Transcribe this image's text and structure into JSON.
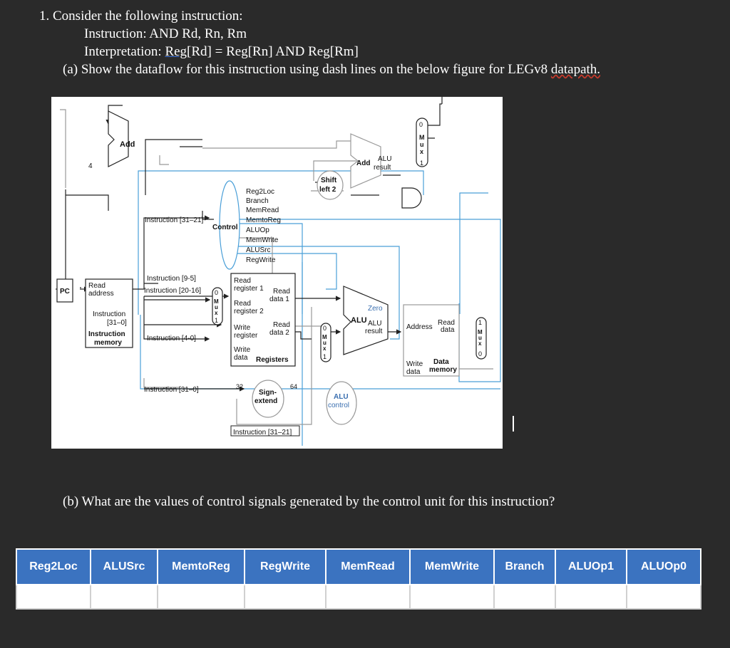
{
  "question": {
    "line1": "1. Consider the following instruction:",
    "line2": "Instruction: AND Rd, Rn, Rm",
    "line3_prefix": "Interpretation: ",
    "line3_reg": "Reg",
    "line3_rest": "[Rd] = Reg[Rn] AND Reg[Rm]",
    "part_a_main": "(a) Show the dataflow for this instruction using dash lines on the below figure for LEGv8 ",
    "part_a_word": "datapath.",
    "part_b": "(b) What are the values of control signals generated by the control unit for this instruction?"
  },
  "figure": {
    "add1": "Add",
    "four": "4",
    "alu_add": "Add",
    "alu_result": "ALU",
    "alu_result2": "result",
    "shift": "Shift",
    "shift2": "left 2",
    "control": "Control",
    "signals": [
      "Reg2Loc",
      "Branch",
      "MemRead",
      "MemtoReg",
      "ALUOp",
      "MemWrite",
      "ALUSrc",
      "RegWrite"
    ],
    "instr_31_21": "Instruction [31–21]",
    "instr_9_5": "Instruction [9-5]",
    "instr_20_16": "Instruction [20-16]",
    "instr_4_0": "Instruction [4-0]",
    "instr_31_0": "Instruction [31–0]",
    "instr_31_21_b": "Instruction [31–21]",
    "pc": "PC",
    "read_address": "Read",
    "read_address2": "address",
    "instruction": "Instruction",
    "instruction_bits": "[31–0]",
    "imem1": "Instruction",
    "imem2": "memory",
    "rr1a": "Read",
    "rr1b": "register 1",
    "rr2a": "Read",
    "rr2b": "register 2",
    "wra": "Write",
    "wrb": "register",
    "wda": "Write",
    "wdb": "data",
    "registers": "Registers",
    "rd1a": "Read",
    "rd1b": "data 1",
    "rd2a": "Read",
    "rd2b": "data 2",
    "zero": "Zero",
    "alu": "ALU",
    "alu_res_a": "ALU",
    "alu_res_b": "result",
    "address": "Address",
    "read_data_a": "Read",
    "read_data_b": "data",
    "write_data_a": "Write",
    "write_data_b": "data",
    "dmem_a": "Data",
    "dmem_b": "memory",
    "sign_a": "Sign-",
    "sign_b": "extend",
    "bits32": "32",
    "bits64": "64",
    "aluctl_a": "ALU",
    "aluctl_b": "control",
    "mux_letters": [
      "M",
      "u",
      "x"
    ],
    "zero_digit": "0",
    "one_digit": "1"
  },
  "table": {
    "headers": [
      "Reg2Loc",
      "ALUSrc",
      "MemtoReg",
      "RegWrite",
      "MemRead",
      "MemWrite",
      "Branch",
      "ALUOp1",
      "ALUOp0"
    ]
  },
  "colors": {
    "datapath_line": "#4a9fd8",
    "control_line": "#3aa0c8",
    "header_bg": "#3b73c0"
  }
}
